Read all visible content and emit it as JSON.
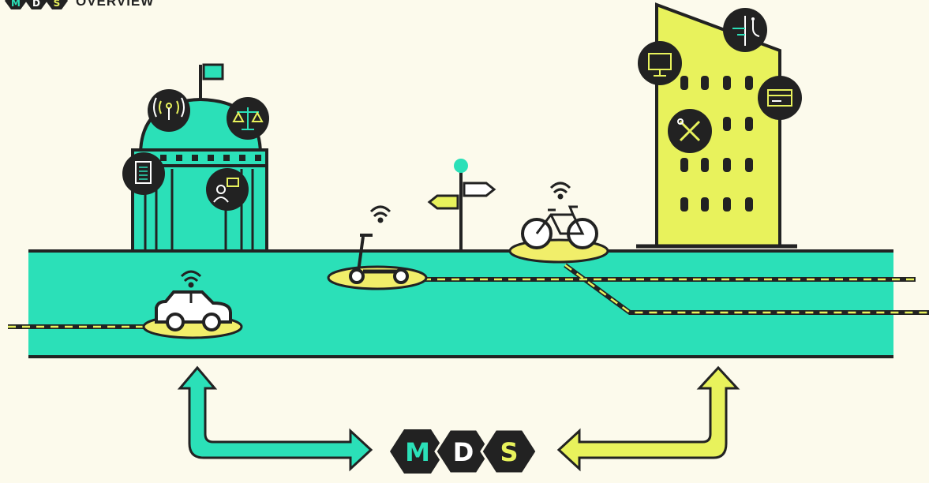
{
  "header": {
    "logo_letters": [
      "M",
      "D",
      "S"
    ],
    "title": "OVERVIEW"
  },
  "logo_center": {
    "letters": [
      "M",
      "D",
      "S"
    ]
  },
  "colors": {
    "background": "#FCFAEC",
    "teal": "#2BE0B8",
    "yellow": "#E8F25C",
    "dark": "#222222",
    "road": "#2BE0B8",
    "ellipse": "#F1EE6A"
  },
  "icons": {
    "government_building": [
      "signal-icon",
      "scales-icon",
      "document-icon",
      "chat-user-icon"
    ],
    "provider_building": [
      "monitor-icon",
      "route-sign-icon",
      "card-icon",
      "tools-icon"
    ],
    "vehicles": [
      "car-icon",
      "scooter-icon",
      "bicycle-icon"
    ],
    "misc": [
      "signpost-icon",
      "wifi-icon",
      "arrow-icon"
    ]
  }
}
